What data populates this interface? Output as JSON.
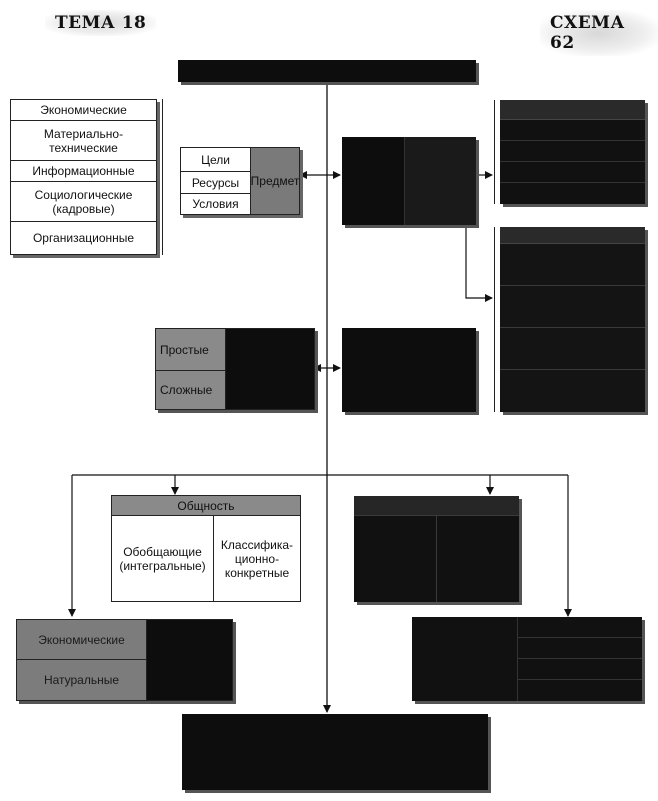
{
  "header": {
    "left": "ТЕМА 18",
    "right": "СХЕМА 62"
  },
  "factors": {
    "items": [
      "Экономические",
      "Материально-\nтехнические",
      "Информационные",
      "Социологические\n(кадровые)",
      "Организационные"
    ]
  },
  "predmet": {
    "rows": [
      "Цели",
      "Ресурсы",
      "Условия"
    ],
    "label": "Предмет"
  },
  "middle_left": {
    "rows": [
      "Простые",
      "Сложные"
    ]
  },
  "generality": {
    "header": "Общность",
    "left": "Обобщающие\n(интегральные)",
    "right": "Классифика-\nционно-\nконкретные"
  },
  "bottom_left": {
    "rows": [
      "Экономические",
      "Натуральные"
    ]
  }
}
